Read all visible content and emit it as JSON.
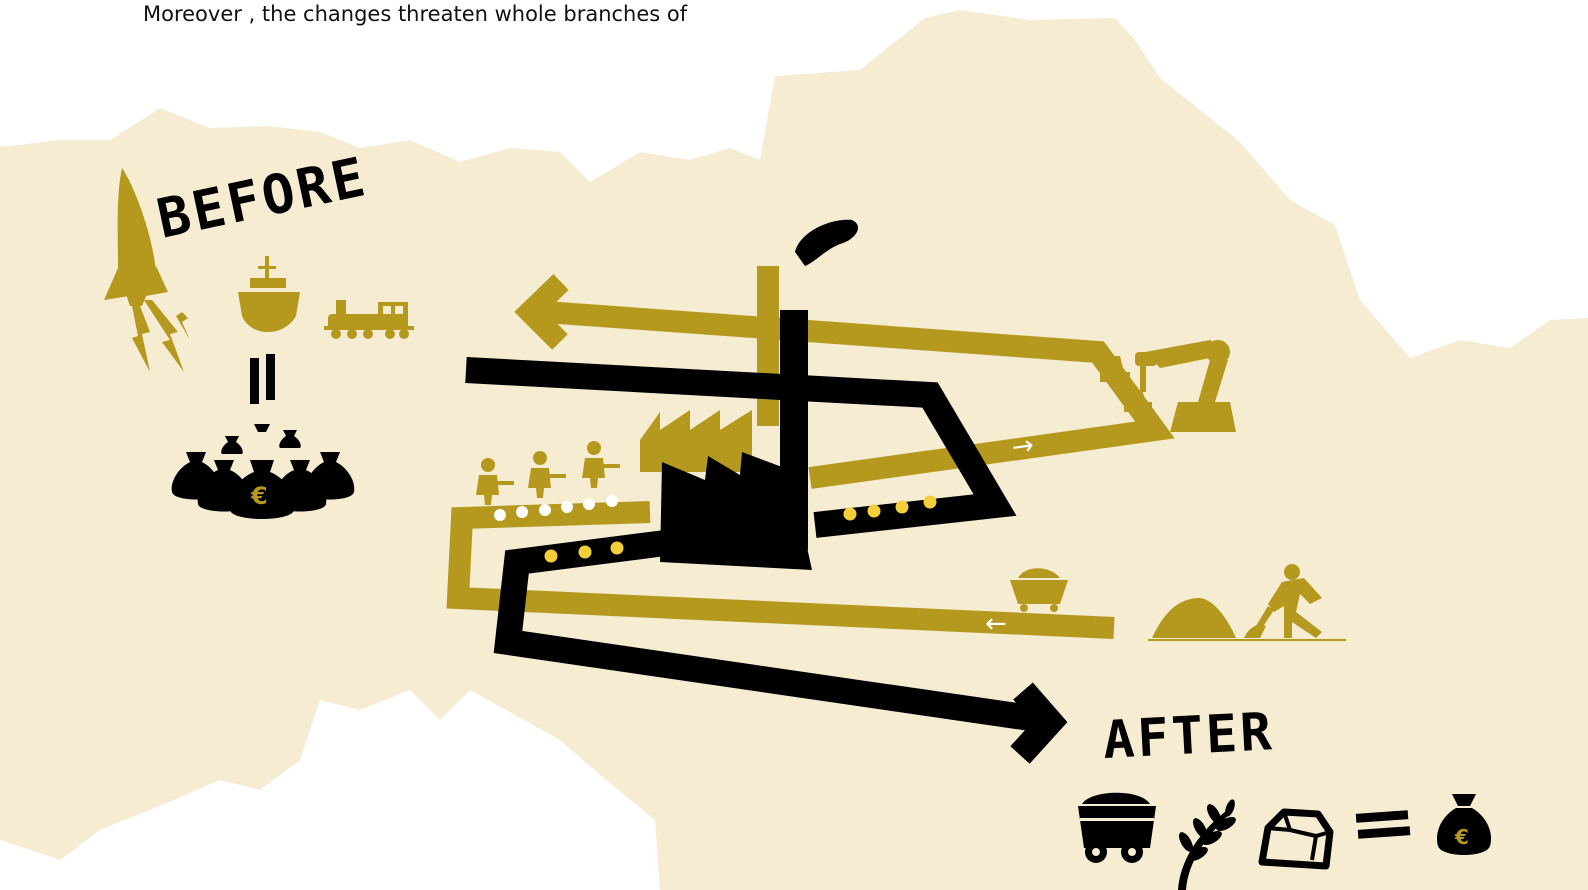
{
  "caption": "Moreover , the changes threaten whole branches of",
  "labels": {
    "before": "BEFORE",
    "after": "AFTER",
    "euro_symbol": "€",
    "arrow_right_glyph": "→",
    "arrow_left_glyph": "←"
  },
  "colors": {
    "background_map": "#f5ecd2",
    "accent": "#b5991f",
    "dark": "#000000",
    "page": "#ffffff"
  },
  "before_icons": [
    "rocket-icon",
    "ship-icon",
    "locomotive-icon",
    "equals-sign-icon",
    "money-bags-icon"
  ],
  "process_icons": [
    "factory-icon",
    "workers-icon",
    "robot-arm-icon",
    "mine-cart-icon",
    "ore-pile-icon",
    "miner-shovel-icon"
  ],
  "after_icons": [
    "coal-cart-icon",
    "wheat-icon",
    "stone-icon",
    "equals-sign-icon",
    "money-bag-icon"
  ]
}
